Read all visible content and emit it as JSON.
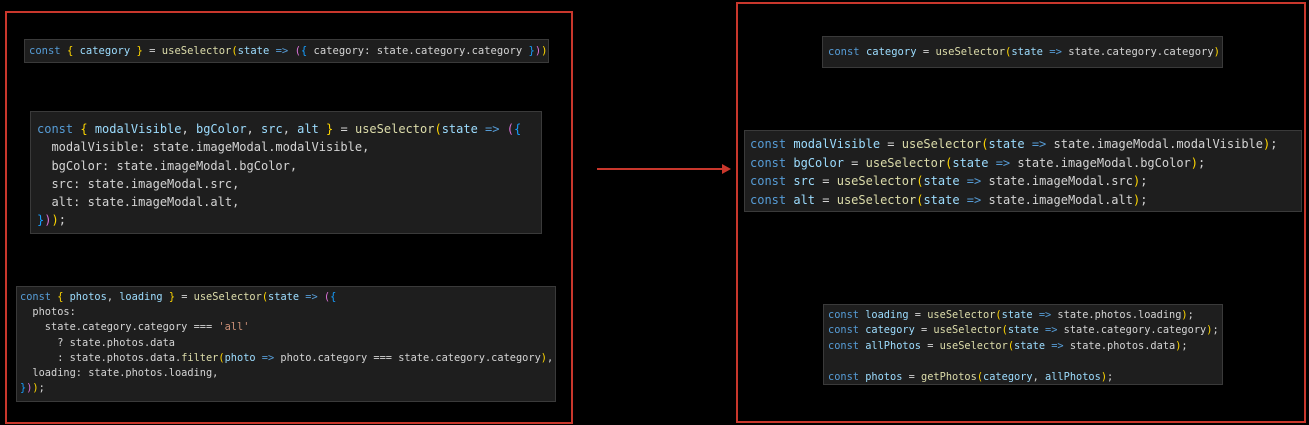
{
  "colors": {
    "panel_border": "#c9372c",
    "snippet_bg": "#1e1e1e",
    "keyword": "#569cd6",
    "function": "#dcdcaa",
    "variable": "#9cdcfe",
    "string": "#ce9178"
  },
  "icons": {
    "transform_arrow": "right-arrow-icon"
  },
  "before": {
    "snippet_category": [
      [
        [
          "kw",
          "const "
        ],
        [
          "br1",
          "{ "
        ],
        [
          "var",
          "category"
        ],
        [
          "br1",
          " }"
        ],
        [
          "op",
          " = "
        ],
        [
          "fn",
          "useSelector"
        ],
        [
          "br1",
          "("
        ],
        [
          "var",
          "state"
        ],
        [
          "kw",
          " =>"
        ],
        [
          "br2",
          " ("
        ],
        [
          "br3",
          "{"
        ],
        [
          "op",
          " category: state.category.category "
        ],
        [
          "br3",
          "}"
        ],
        [
          "br2",
          ")"
        ],
        [
          "br1",
          ")"
        ],
        [
          "op",
          ";"
        ]
      ]
    ],
    "snippet_modal": [
      [
        [
          "kw",
          "const "
        ],
        [
          "br1",
          "{ "
        ],
        [
          "var",
          "modalVisible"
        ],
        [
          "op",
          ", "
        ],
        [
          "var",
          "bgColor"
        ],
        [
          "op",
          ", "
        ],
        [
          "var",
          "src"
        ],
        [
          "op",
          ", "
        ],
        [
          "var",
          "alt"
        ],
        [
          "br1",
          " }"
        ],
        [
          "op",
          " = "
        ],
        [
          "fn",
          "useSelector"
        ],
        [
          "br1",
          "("
        ],
        [
          "var",
          "state"
        ],
        [
          "kw",
          " =>"
        ],
        [
          "br2",
          " ("
        ],
        [
          "br3",
          "{"
        ]
      ],
      [
        [
          "op",
          "  modalVisible: state.imageModal.modalVisible,"
        ]
      ],
      [
        [
          "op",
          "  bgColor: state.imageModal.bgColor,"
        ]
      ],
      [
        [
          "op",
          "  src: state.imageModal.src,"
        ]
      ],
      [
        [
          "op",
          "  alt: state.imageModal.alt,"
        ]
      ],
      [
        [
          "br3",
          "}"
        ],
        [
          "br2",
          ")"
        ],
        [
          "br1",
          ")"
        ],
        [
          "op",
          ";"
        ]
      ]
    ],
    "snippet_photos": [
      [
        [
          "kw",
          "const "
        ],
        [
          "br1",
          "{ "
        ],
        [
          "var",
          "photos"
        ],
        [
          "op",
          ", "
        ],
        [
          "var",
          "loading"
        ],
        [
          "br1",
          " }"
        ],
        [
          "op",
          " = "
        ],
        [
          "fn",
          "useSelector"
        ],
        [
          "br1",
          "("
        ],
        [
          "var",
          "state"
        ],
        [
          "kw",
          " =>"
        ],
        [
          "br2",
          " ("
        ],
        [
          "br3",
          "{"
        ]
      ],
      [
        [
          "op",
          "  photos:"
        ]
      ],
      [
        [
          "op",
          "    state.category.category === "
        ],
        [
          "str",
          "'all'"
        ]
      ],
      [
        [
          "op",
          "      ? state.photos.data"
        ]
      ],
      [
        [
          "op",
          "      : state.photos.data."
        ],
        [
          "fn",
          "filter"
        ],
        [
          "br1",
          "("
        ],
        [
          "var",
          "photo"
        ],
        [
          "kw",
          " =>"
        ],
        [
          "op",
          " photo.category === state.category.category"
        ],
        [
          "br1",
          ")"
        ],
        [
          "op",
          ","
        ]
      ],
      [
        [
          "op",
          "  loading: state.photos.loading,"
        ]
      ],
      [
        [
          "br3",
          "}"
        ],
        [
          "br2",
          ")"
        ],
        [
          "br1",
          ")"
        ],
        [
          "op",
          ";"
        ]
      ]
    ]
  },
  "after": {
    "snippet_category": [
      [
        [
          "kw",
          "const "
        ],
        [
          "var",
          "category"
        ],
        [
          "op",
          " = "
        ],
        [
          "fn",
          "useSelector"
        ],
        [
          "br1",
          "("
        ],
        [
          "var",
          "state"
        ],
        [
          "kw",
          " =>"
        ],
        [
          "op",
          " state.category.category"
        ],
        [
          "br1",
          ")"
        ],
        [
          "op",
          ";"
        ]
      ]
    ],
    "snippet_modal": [
      [
        [
          "kw",
          "const "
        ],
        [
          "var",
          "modalVisible"
        ],
        [
          "op",
          " = "
        ],
        [
          "fn",
          "useSelector"
        ],
        [
          "br1",
          "("
        ],
        [
          "var",
          "state"
        ],
        [
          "kw",
          " =>"
        ],
        [
          "op",
          " state.imageModal.modalVisible"
        ],
        [
          "br1",
          ")"
        ],
        [
          "op",
          ";"
        ]
      ],
      [
        [
          "kw",
          "const "
        ],
        [
          "var",
          "bgColor"
        ],
        [
          "op",
          " = "
        ],
        [
          "fn",
          "useSelector"
        ],
        [
          "br1",
          "("
        ],
        [
          "var",
          "state"
        ],
        [
          "kw",
          " =>"
        ],
        [
          "op",
          " state.imageModal.bgColor"
        ],
        [
          "br1",
          ")"
        ],
        [
          "op",
          ";"
        ]
      ],
      [
        [
          "kw",
          "const "
        ],
        [
          "var",
          "src"
        ],
        [
          "op",
          " = "
        ],
        [
          "fn",
          "useSelector"
        ],
        [
          "br1",
          "("
        ],
        [
          "var",
          "state"
        ],
        [
          "kw",
          " =>"
        ],
        [
          "op",
          " state.imageModal.src"
        ],
        [
          "br1",
          ")"
        ],
        [
          "op",
          ";"
        ]
      ],
      [
        [
          "kw",
          "const "
        ],
        [
          "var",
          "alt"
        ],
        [
          "op",
          " = "
        ],
        [
          "fn",
          "useSelector"
        ],
        [
          "br1",
          "("
        ],
        [
          "var",
          "state"
        ],
        [
          "kw",
          " =>"
        ],
        [
          "op",
          " state.imageModal.alt"
        ],
        [
          "br1",
          ")"
        ],
        [
          "op",
          ";"
        ]
      ]
    ],
    "snippet_photos": [
      [
        [
          "kw",
          "const "
        ],
        [
          "var",
          "loading"
        ],
        [
          "op",
          " = "
        ],
        [
          "fn",
          "useSelector"
        ],
        [
          "br1",
          "("
        ],
        [
          "var",
          "state"
        ],
        [
          "kw",
          " =>"
        ],
        [
          "op",
          " state.photos.loading"
        ],
        [
          "br1",
          ")"
        ],
        [
          "op",
          ";"
        ]
      ],
      [
        [
          "kw",
          "const "
        ],
        [
          "var",
          "category"
        ],
        [
          "op",
          " = "
        ],
        [
          "fn",
          "useSelector"
        ],
        [
          "br1",
          "("
        ],
        [
          "var",
          "state"
        ],
        [
          "kw",
          " =>"
        ],
        [
          "op",
          " state.category.category"
        ],
        [
          "br1",
          ")"
        ],
        [
          "op",
          ";"
        ]
      ],
      [
        [
          "kw",
          "const "
        ],
        [
          "var",
          "allPhotos"
        ],
        [
          "op",
          " = "
        ],
        [
          "fn",
          "useSelector"
        ],
        [
          "br1",
          "("
        ],
        [
          "var",
          "state"
        ],
        [
          "kw",
          " =>"
        ],
        [
          "op",
          " state.photos.data"
        ],
        [
          "br1",
          ")"
        ],
        [
          "op",
          ";"
        ]
      ],
      [
        [
          "op",
          " "
        ]
      ],
      [
        [
          "kw",
          "const "
        ],
        [
          "var",
          "photos"
        ],
        [
          "op",
          " = "
        ],
        [
          "fn",
          "getPhotos"
        ],
        [
          "br1",
          "("
        ],
        [
          "var",
          "category"
        ],
        [
          "op",
          ", "
        ],
        [
          "var",
          "allPhotos"
        ],
        [
          "br1",
          ")"
        ],
        [
          "op",
          ";"
        ]
      ]
    ]
  }
}
